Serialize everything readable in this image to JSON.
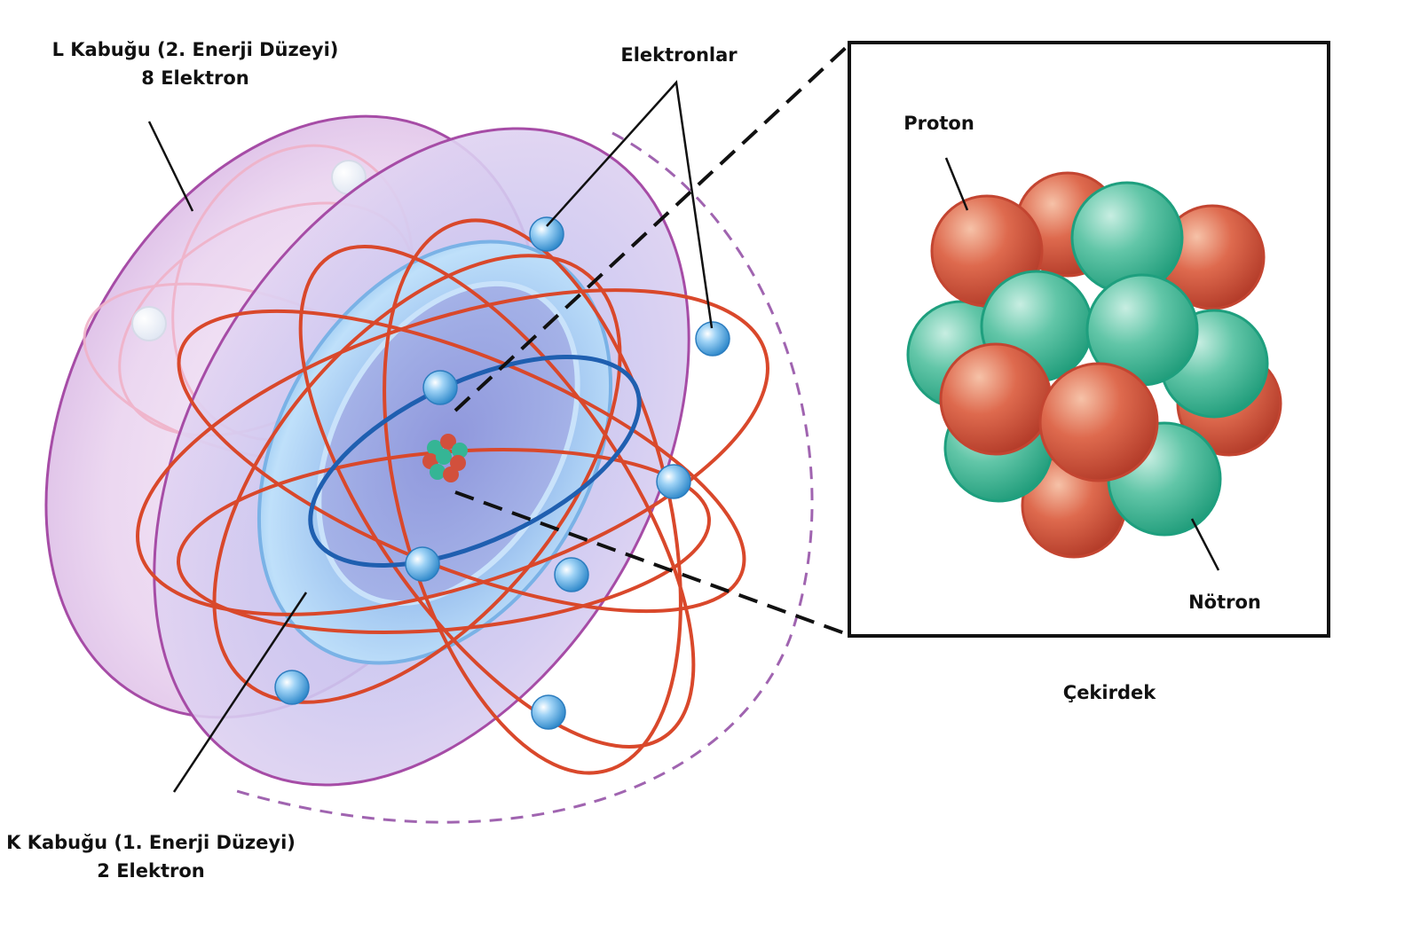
{
  "labels": {
    "l_shell_line1": "L Kabuğu (2. Enerji Düzeyi)",
    "l_shell_line2": "8 Elektron",
    "k_shell_line1": "K Kabuğu (1. Enerji Düzeyi)",
    "k_shell_line2": "2 Elektron",
    "electrons": "Elektronlar",
    "proton": "Proton",
    "neutron": "Nötron",
    "nucleus": "Çekirdek"
  },
  "colors": {
    "l_shell_outline": "#a64ca6",
    "l_shell_fill": "#e9c9ef",
    "k_shell_fill": "#7fb7ec",
    "l_orbit": "#d9482b",
    "k_orbit": "#1f5fb0",
    "electron": "#56aee8",
    "proton": "#d2503c",
    "neutron": "#35b595",
    "leader_line": "#111111"
  }
}
